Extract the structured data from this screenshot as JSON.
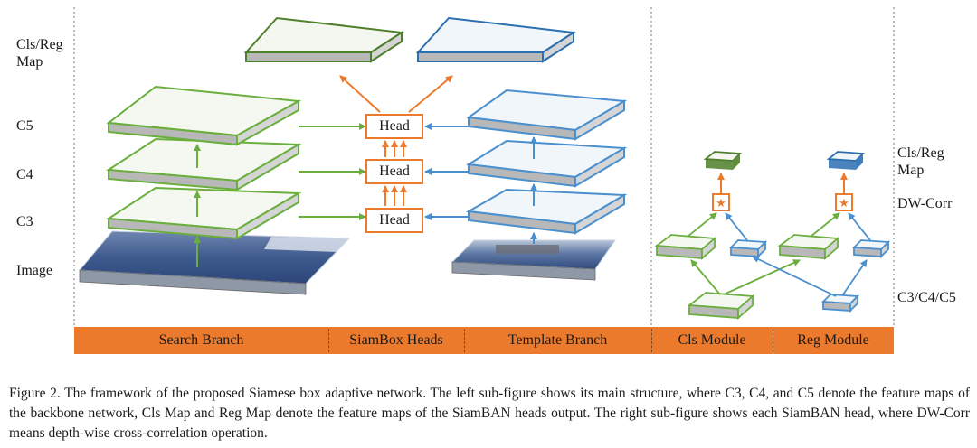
{
  "labels": {
    "left": {
      "map": "Cls/Reg Map",
      "c5": "C5",
      "c4": "C4",
      "c3": "C3",
      "image": "Image"
    },
    "right": {
      "map": "Cls/Reg Map",
      "dwcorr": "DW-Corr",
      "c345": "C3/C4/C5"
    }
  },
  "head": {
    "label": "Head"
  },
  "footer": {
    "segments": [
      "Search Branch",
      "SiamBox Heads",
      "Template Branch",
      "Cls Module",
      "Reg Module"
    ]
  },
  "caption": "Figure 2. The framework of the proposed Siamese box adaptive network. The left sub-figure shows its main structure, where C3, C4, and C5 denote the feature maps of the backbone network, Cls Map and Reg Map denote the feature maps of the SiamBAN heads output. The right sub-figure shows each SiamBAN head, where DW-Corr means depth-wise cross-correlation operation.",
  "colors": {
    "green": "#6aaf3d",
    "blue": "#4a8fce",
    "orange": "#ec7a2c",
    "dark_green": "#4e7f2a",
    "dark_blue": "#2c6fb0",
    "bar": "#ec7a2c"
  },
  "icons": {
    "corr": "star-icon"
  }
}
